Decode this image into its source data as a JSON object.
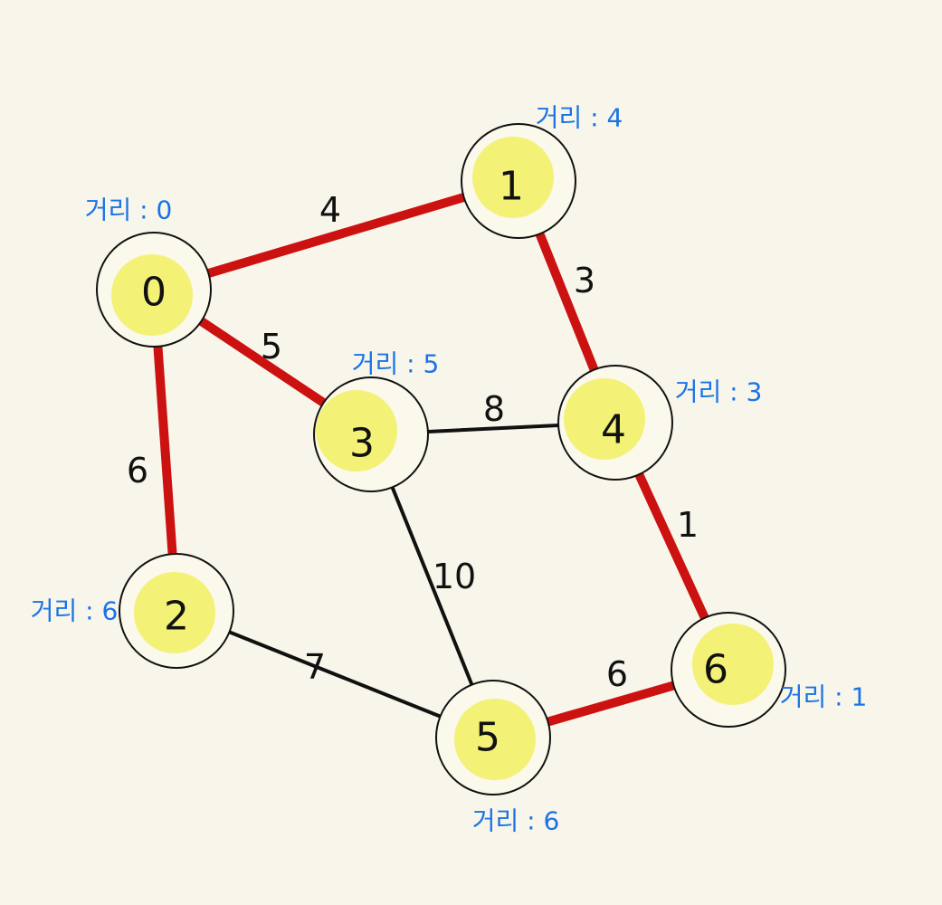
{
  "colors": {
    "background": "#f8f6ea",
    "node_fill": "#f3f276",
    "shortest_path_edge": "#cc1111",
    "normal_edge": "#111111",
    "distance_label": "#1a73e8"
  },
  "graph": {
    "nodes": [
      {
        "id": "0",
        "label": "0",
        "distance": "거리 : 0"
      },
      {
        "id": "1",
        "label": "1",
        "distance": "거리 : 4"
      },
      {
        "id": "2",
        "label": "2",
        "distance": "거리 : 6"
      },
      {
        "id": "3",
        "label": "3",
        "distance": "거리 : 5"
      },
      {
        "id": "4",
        "label": "4",
        "distance": "거리 : 3"
      },
      {
        "id": "5",
        "label": "5",
        "distance": "거리 : 6"
      },
      {
        "id": "6",
        "label": "6",
        "distance": "거리 : 1"
      }
    ],
    "edges": [
      {
        "from": "0",
        "to": "1",
        "weight": "4",
        "highlighted": true
      },
      {
        "from": "0",
        "to": "3",
        "weight": "5",
        "highlighted": true
      },
      {
        "from": "0",
        "to": "2",
        "weight": "6",
        "highlighted": true
      },
      {
        "from": "1",
        "to": "4",
        "weight": "3",
        "highlighted": true
      },
      {
        "from": "3",
        "to": "4",
        "weight": "8",
        "highlighted": false
      },
      {
        "from": "3",
        "to": "5",
        "weight": "10",
        "highlighted": false
      },
      {
        "from": "4",
        "to": "6",
        "weight": "1",
        "highlighted": true
      },
      {
        "from": "2",
        "to": "5",
        "weight": "7",
        "highlighted": false
      },
      {
        "from": "5",
        "to": "6",
        "weight": "6",
        "highlighted": true
      }
    ]
  }
}
